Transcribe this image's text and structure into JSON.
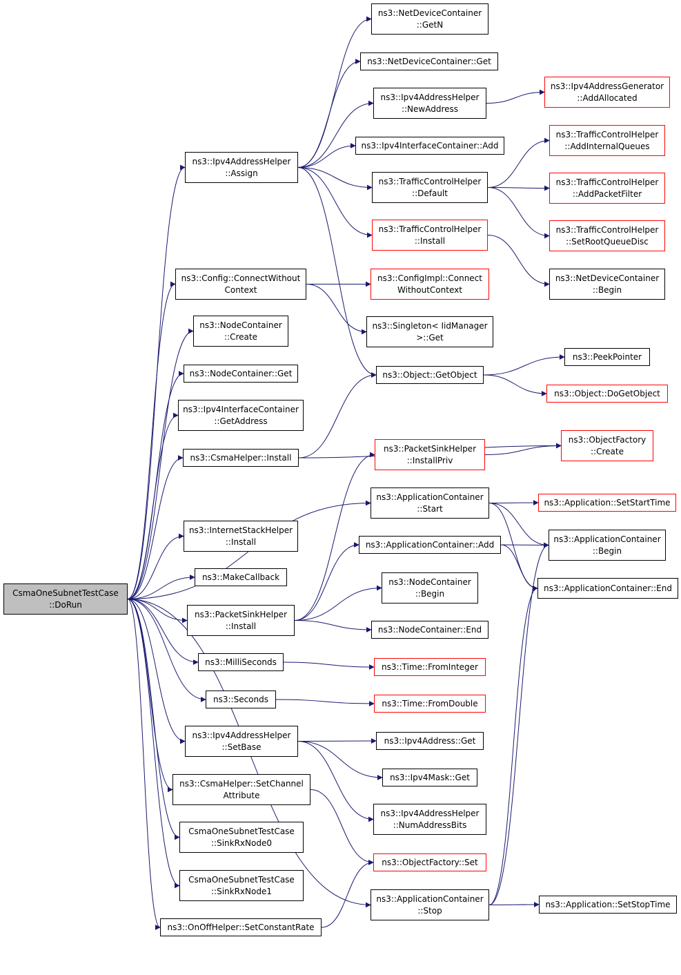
{
  "colors": {
    "edge": "#191970",
    "border": "#000000",
    "border_red": "#ff0000",
    "root_fill": "#bfbfbf"
  },
  "nodes": {
    "n01": {
      "lines": [
        "CsmaOneSubnetTestCase",
        "::DoRun"
      ],
      "style": "root"
    },
    "n02": {
      "lines": [
        "ns3::Ipv4AddressHelper",
        "::Assign"
      ],
      "style": "black"
    },
    "n03": {
      "lines": [
        "ns3::Config::ConnectWithout",
        "Context"
      ],
      "style": "black"
    },
    "n04": {
      "lines": [
        "ns3::NodeContainer",
        "::Create"
      ],
      "style": "black"
    },
    "n05": {
      "lines": [
        "ns3::NodeContainer::Get"
      ],
      "style": "black"
    },
    "n06": {
      "lines": [
        "ns3::Ipv4InterfaceContainer",
        "::GetAddress"
      ],
      "style": "black"
    },
    "n07": {
      "lines": [
        "ns3::CsmaHelper::Install"
      ],
      "style": "black"
    },
    "n08": {
      "lines": [
        "ns3::InternetStackHelper",
        "::Install"
      ],
      "style": "black"
    },
    "n09": {
      "lines": [
        "ns3::MakeCallback"
      ],
      "style": "black"
    },
    "n10": {
      "lines": [
        "ns3::PacketSinkHelper",
        "::Install"
      ],
      "style": "black"
    },
    "n11": {
      "lines": [
        "ns3::MilliSeconds"
      ],
      "style": "black"
    },
    "n12": {
      "lines": [
        "ns3::Seconds"
      ],
      "style": "black"
    },
    "n13": {
      "lines": [
        "ns3::Ipv4AddressHelper",
        "::SetBase"
      ],
      "style": "black"
    },
    "n14": {
      "lines": [
        "ns3::CsmaHelper::SetChannel",
        "Attribute"
      ],
      "style": "black"
    },
    "n15": {
      "lines": [
        "CsmaOneSubnetTestCase",
        "::SinkRxNode0"
      ],
      "style": "black"
    },
    "n16": {
      "lines": [
        "CsmaOneSubnetTestCase",
        "::SinkRxNode1"
      ],
      "style": "black"
    },
    "n17": {
      "lines": [
        "ns3::OnOffHelper::SetConstantRate"
      ],
      "style": "black"
    },
    "n18": {
      "lines": [
        "ns3::NetDeviceContainer",
        "::GetN"
      ],
      "style": "black"
    },
    "n19": {
      "lines": [
        "ns3::NetDeviceContainer::Get"
      ],
      "style": "black"
    },
    "n20": {
      "lines": [
        "ns3::Ipv4AddressHelper",
        "::NewAddress"
      ],
      "style": "black"
    },
    "n21": {
      "lines": [
        "ns3::Ipv4InterfaceContainer::Add"
      ],
      "style": "black"
    },
    "n22": {
      "lines": [
        "ns3::TrafficControlHelper",
        "::Default"
      ],
      "style": "black"
    },
    "n23": {
      "lines": [
        "ns3::TrafficControlHelper",
        "::Install"
      ],
      "style": "red"
    },
    "n24": {
      "lines": [
        "ns3::ConfigImpl::Connect",
        "WithoutContext"
      ],
      "style": "red"
    },
    "n25": {
      "lines": [
        "ns3::Singleton< IidManager",
        ">::Get"
      ],
      "style": "black"
    },
    "n26": {
      "lines": [
        "ns3::Object::GetObject"
      ],
      "style": "black"
    },
    "n27": {
      "lines": [
        "ns3::PacketSinkHelper",
        "::InstallPriv"
      ],
      "style": "red"
    },
    "n28": {
      "lines": [
        "ns3::ApplicationContainer",
        "::Start"
      ],
      "style": "black"
    },
    "n29": {
      "lines": [
        "ns3::ApplicationContainer::Add"
      ],
      "style": "black"
    },
    "n30": {
      "lines": [
        "ns3::NodeContainer",
        "::Begin"
      ],
      "style": "black"
    },
    "n31": {
      "lines": [
        "ns3::NodeContainer::End"
      ],
      "style": "black"
    },
    "n32": {
      "lines": [
        "ns3::Time::FromInteger"
      ],
      "style": "red"
    },
    "n33": {
      "lines": [
        "ns3::Time::FromDouble"
      ],
      "style": "red"
    },
    "n34": {
      "lines": [
        "ns3::Ipv4Address::Get"
      ],
      "style": "black"
    },
    "n35": {
      "lines": [
        "ns3::Ipv4Mask::Get"
      ],
      "style": "black"
    },
    "n36": {
      "lines": [
        "ns3::Ipv4AddressHelper",
        "::NumAddressBits"
      ],
      "style": "black"
    },
    "n37": {
      "lines": [
        "ns3::ObjectFactory::Set"
      ],
      "style": "red"
    },
    "n38": {
      "lines": [
        "ns3::ApplicationContainer",
        "::Stop"
      ],
      "style": "black"
    },
    "n39": {
      "lines": [
        "ns3::Ipv4AddressGenerator",
        "::AddAllocated"
      ],
      "style": "red"
    },
    "n40": {
      "lines": [
        "ns3::TrafficControlHelper",
        "::AddInternalQueues"
      ],
      "style": "red"
    },
    "n41": {
      "lines": [
        "ns3::TrafficControlHelper",
        "::AddPacketFilter"
      ],
      "style": "red"
    },
    "n42": {
      "lines": [
        "ns3::TrafficControlHelper",
        "::SetRootQueueDisc"
      ],
      "style": "red"
    },
    "n43": {
      "lines": [
        "ns3::NetDeviceContainer",
        "::Begin"
      ],
      "style": "black"
    },
    "n44": {
      "lines": [
        "ns3::PeekPointer"
      ],
      "style": "black"
    },
    "n45": {
      "lines": [
        "ns3::Object::DoGetObject"
      ],
      "style": "red"
    },
    "n46": {
      "lines": [
        "ns3::ObjectFactory",
        "::Create"
      ],
      "style": "red"
    },
    "n47": {
      "lines": [
        "ns3::Application::SetStartTime"
      ],
      "style": "red"
    },
    "n48": {
      "lines": [
        "ns3::ApplicationContainer",
        "::Begin"
      ],
      "style": "black"
    },
    "n49": {
      "lines": [
        "ns3::ApplicationContainer::End"
      ],
      "style": "black"
    },
    "n50": {
      "lines": [
        "ns3::Application::SetStopTime"
      ],
      "style": "black"
    }
  },
  "edges": [
    [
      "n01",
      "n02"
    ],
    [
      "n01",
      "n03"
    ],
    [
      "n01",
      "n04"
    ],
    [
      "n01",
      "n05"
    ],
    [
      "n01",
      "n06"
    ],
    [
      "n01",
      "n07"
    ],
    [
      "n01",
      "n28"
    ],
    [
      "n01",
      "n08"
    ],
    [
      "n01",
      "n09"
    ],
    [
      "n01",
      "n10"
    ],
    [
      "n01",
      "n11"
    ],
    [
      "n01",
      "n12"
    ],
    [
      "n01",
      "n13"
    ],
    [
      "n01",
      "n14"
    ],
    [
      "n01",
      "n15"
    ],
    [
      "n01",
      "n16"
    ],
    [
      "n01",
      "n17"
    ],
    [
      "n01",
      "n38"
    ],
    [
      "n02",
      "n18"
    ],
    [
      "n02",
      "n19"
    ],
    [
      "n02",
      "n20"
    ],
    [
      "n02",
      "n21"
    ],
    [
      "n02",
      "n22"
    ],
    [
      "n02",
      "n23"
    ],
    [
      "n02",
      "n26"
    ],
    [
      "n20",
      "n39"
    ],
    [
      "n22",
      "n40"
    ],
    [
      "n22",
      "n41"
    ],
    [
      "n22",
      "n42"
    ],
    [
      "n23",
      "n43"
    ],
    [
      "n03",
      "n24"
    ],
    [
      "n03",
      "n25"
    ],
    [
      "n07",
      "n26"
    ],
    [
      "n07",
      "n46"
    ],
    [
      "n26",
      "n44"
    ],
    [
      "n26",
      "n45"
    ],
    [
      "n10",
      "n27"
    ],
    [
      "n10",
      "n29"
    ],
    [
      "n10",
      "n30"
    ],
    [
      "n10",
      "n31"
    ],
    [
      "n27",
      "n46"
    ],
    [
      "n28",
      "n47"
    ],
    [
      "n28",
      "n48"
    ],
    [
      "n28",
      "n49"
    ],
    [
      "n29",
      "n48"
    ],
    [
      "n29",
      "n49"
    ],
    [
      "n11",
      "n32"
    ],
    [
      "n12",
      "n33"
    ],
    [
      "n13",
      "n34"
    ],
    [
      "n13",
      "n35"
    ],
    [
      "n13",
      "n36"
    ],
    [
      "n14",
      "n37"
    ],
    [
      "n17",
      "n37"
    ],
    [
      "n38",
      "n48"
    ],
    [
      "n38",
      "n49"
    ],
    [
      "n38",
      "n50"
    ]
  ]
}
